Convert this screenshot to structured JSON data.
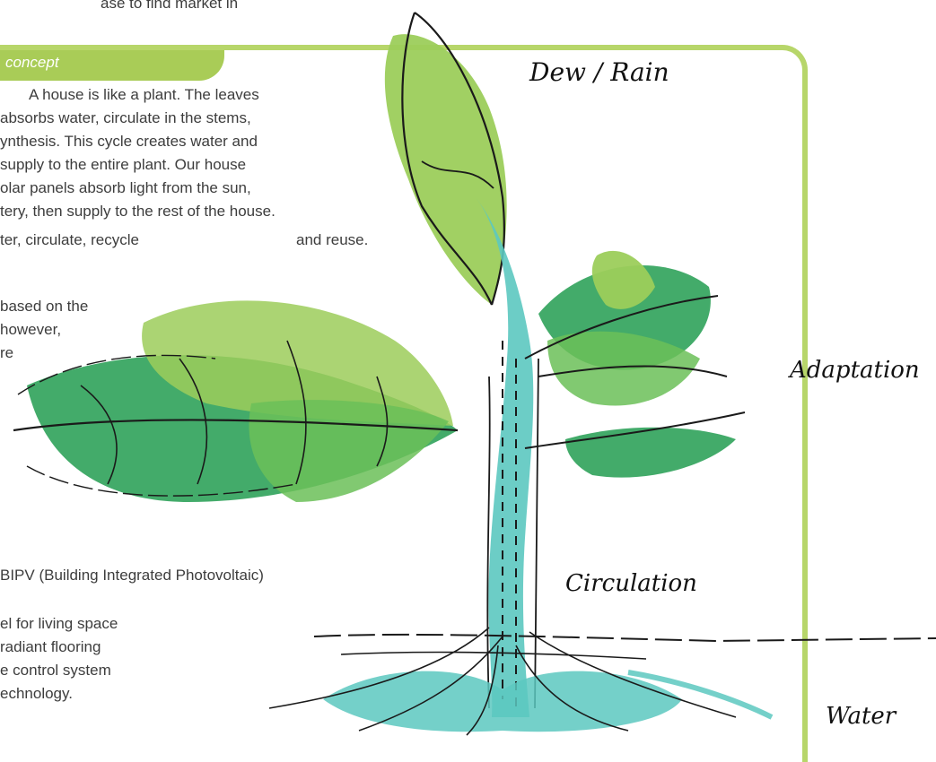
{
  "top_fragment": "ase to find market in",
  "section": {
    "title": "concept"
  },
  "paragraph_lines": [
    "A house is like a plant. The leaves",
    "absorbs water, circulate in the stems,",
    "ynthesis. This cycle creates water and",
    "supply to the entire plant. Our house",
    "olar panels absorb light from the sun,",
    "tery, then supply to the rest of the house.",
    "ter, circulate, recycle",
    "and reuse."
  ],
  "fragment_lines": [
    "based on the",
    "however,",
    "re"
  ],
  "bipv_line": "BIPV (Building Integrated Photovoltaic)",
  "bottom_lines": [
    "el for living space",
    "radiant flooring",
    "e control system",
    "echnology."
  ],
  "sketch_labels": {
    "dew_rain": "Dew / Rain",
    "adaptation": "Adaptation",
    "circulation": "Circulation",
    "water": "Water"
  },
  "colors": {
    "frame_green": "#b7d66a",
    "tab_green": "#a9cc57",
    "leaf_light": "#9ccd5b",
    "leaf_dark": "#2fa25a",
    "stem_teal": "#5cc8c0"
  }
}
